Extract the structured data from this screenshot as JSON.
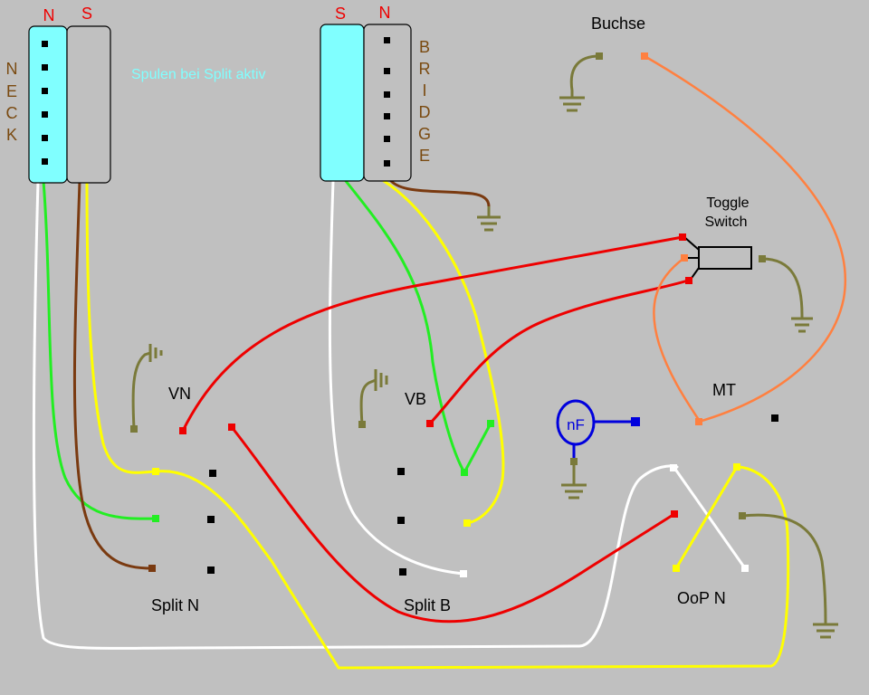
{
  "labels": {
    "neck_n": "N",
    "neck_s": "S",
    "neck_letters": [
      "N",
      "E",
      "C",
      "K"
    ],
    "bridge_s": "S",
    "bridge_n": "N",
    "bridge_letters": [
      "B",
      "R",
      "I",
      "D",
      "G",
      "E"
    ],
    "split_note": "Spulen bei Split aktiv",
    "jack": "Buchse",
    "toggle_line1": "Toggle",
    "toggle_line2": "Switch",
    "vol_neck": "VN",
    "vol_bridge": "VB",
    "master_tone": "MT",
    "capacitor": "nF",
    "split_neck": "Split N",
    "split_bridge": "Split B",
    "out_of_phase": "OoP N"
  },
  "colors": {
    "background": "#c0c0c0",
    "coil_active": "#80ffff",
    "coil_inactive": "#c0c0c0",
    "wire_red": "#ee0000",
    "wire_yellow": "#ffff00",
    "wire_green": "#22ee22",
    "wire_white": "#ffffff",
    "wire_brown": "#7a3a10",
    "wire_orange": "#ff8040",
    "ground": "#7a7a3a",
    "capacitor": "#0000dd",
    "pole_label": "#ee0000",
    "pickup_name": "#7a4a10",
    "note_text": "#80ffff"
  }
}
